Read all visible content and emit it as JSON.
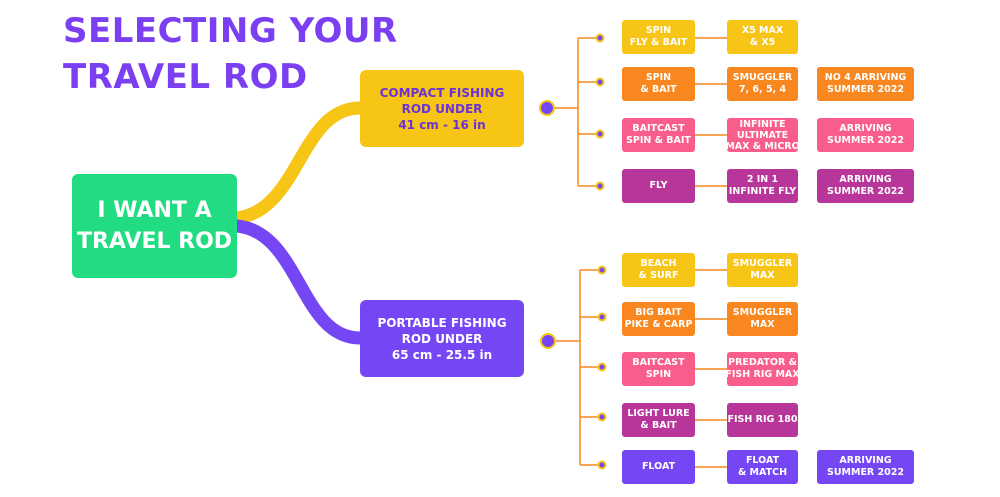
{
  "title": {
    "line1": "SELECTING YOUR",
    "line2": "TRAVEL ROD"
  },
  "root": {
    "line1": "I WANT A",
    "line2": "TRAVEL ROD"
  },
  "branches": [
    {
      "lines": [
        "COMPACT FISHING",
        "ROD UNDER",
        "41 cm - 16 in"
      ],
      "rows": [
        {
          "type": [
            "SPIN",
            "FLY & BAIT"
          ],
          "rod": [
            "X5 MAX",
            "& X5"
          ],
          "note": []
        },
        {
          "type": [
            "SPIN",
            "& BAIT"
          ],
          "rod": [
            "SMUGGLER",
            "7, 6, 5, 4"
          ],
          "note": [
            "NO 4 ARRIVING",
            "SUMMER 2022"
          ]
        },
        {
          "type": [
            "BAITCAST",
            "SPIN & BAIT"
          ],
          "rod": [
            "INFINITE",
            "ULTIMATE",
            "MAX & MICRO"
          ],
          "note": [
            "ARRIVING",
            "SUMMER 2022"
          ]
        },
        {
          "type": [
            "FLY"
          ],
          "rod": [
            "2 IN 1",
            "INFINITE FLY"
          ],
          "note": [
            "ARRIVING",
            "SUMMER 2022"
          ]
        }
      ]
    },
    {
      "lines": [
        "PORTABLE FISHING",
        "ROD UNDER",
        "65 cm - 25.5 in"
      ],
      "rows": [
        {
          "type": [
            "BEACH",
            "& SURF"
          ],
          "rod": [
            "SMUGGLER",
            "MAX"
          ],
          "note": []
        },
        {
          "type": [
            "BIG BAIT",
            "PIKE & CARP"
          ],
          "rod": [
            "SMUGGLER",
            "MAX"
          ],
          "note": []
        },
        {
          "type": [
            "BAITCAST",
            "SPIN"
          ],
          "rod": [
            "PREDATOR &",
            "FISH RIG MAX"
          ],
          "note": []
        },
        {
          "type": [
            "LIGHT LURE",
            "& BAIT"
          ],
          "rod": [
            "FISH RIG 180"
          ],
          "note": []
        },
        {
          "type": [
            "FLOAT"
          ],
          "rod": [
            "FLOAT",
            "& MATCH"
          ],
          "note": [
            "ARRIVING",
            "SUMMER 2022"
          ]
        }
      ]
    }
  ],
  "colors": {
    "title": "#7b3ff2",
    "root": "#21dc83",
    "yellow": "#f7c515",
    "orange": "#f7871e",
    "pink": "#f85d8b",
    "magenta": "#b8359a",
    "purple": "#7547f4"
  }
}
